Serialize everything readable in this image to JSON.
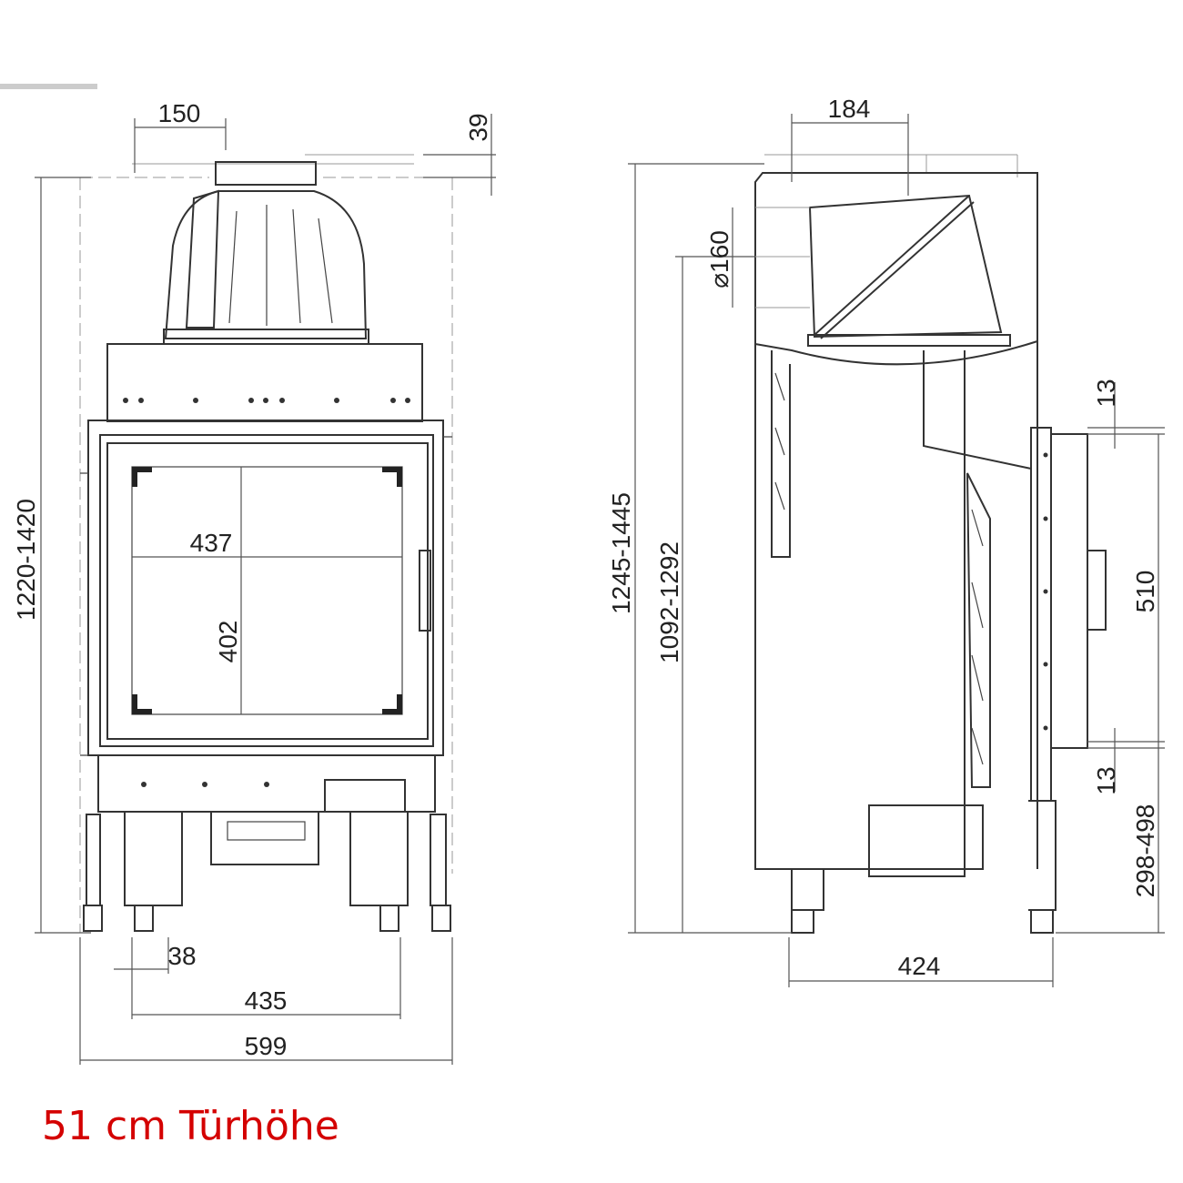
{
  "caption": "51 cm Türhöhe",
  "colors": {
    "caption": "#d40000",
    "lines": "#333333"
  },
  "front_view": {
    "dimensions": {
      "flue_offset": "150",
      "top_offset": "39",
      "total_height": "1220-1420",
      "door_width": "437",
      "door_height": "402",
      "foot_offset": "38",
      "foot_spacing": "435",
      "total_width": "599"
    }
  },
  "side_view": {
    "dimensions": {
      "flue_offset": "184",
      "flue_diameter": "⌀160",
      "total_height": "1245-1445",
      "flue_center_height": "1092-1292",
      "gap_top": "13",
      "door_opening": "510",
      "gap_bottom": "13",
      "base_height": "298-498",
      "depth": "424"
    }
  }
}
